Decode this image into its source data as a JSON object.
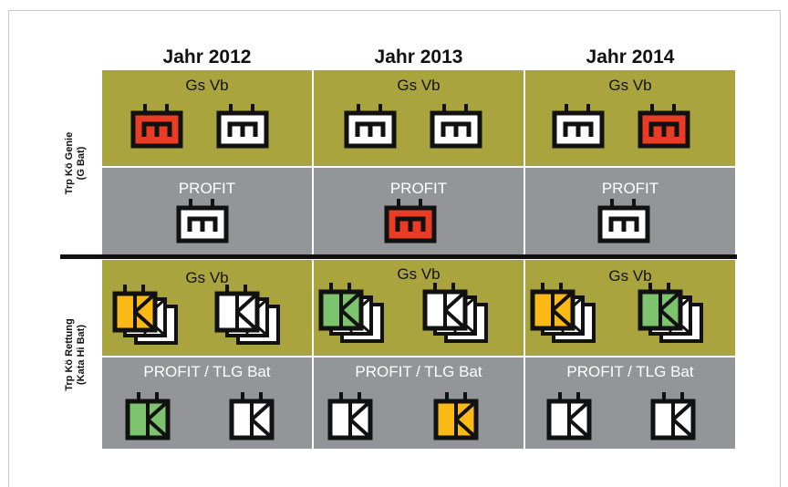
{
  "header_text": "",
  "years": [
    "Jahr 2012",
    "Jahr 2013",
    "Jahr 2014"
  ],
  "row_labels": {
    "genie": [
      "Trp Kö Genie",
      "(G Bat)"
    ],
    "rettung": [
      "Trp Kö Rettung",
      "(Kata Hi Bat)"
    ]
  },
  "sections": {
    "gsvb": "Gs Vb",
    "profit": "PROFIT",
    "profit_tlg": "PROFIT / TLG Bat"
  },
  "colors": {
    "olive": "#a9a43d",
    "gray": "#939598",
    "red": "#ea3c24",
    "orange": "#fbb915",
    "green": "#7dc36d",
    "white": "#ffffff",
    "black": "#111111"
  },
  "genie_gsvb_icons": [
    [
      "red",
      "white"
    ],
    [
      "white",
      "white"
    ],
    [
      "white",
      "red"
    ]
  ],
  "genie_profit_icons": [
    "white",
    "red",
    "white"
  ],
  "rettung_gsvb_icons": [
    [
      "orange",
      "white"
    ],
    [
      "green",
      "white"
    ],
    [
      "orange",
      "green"
    ]
  ],
  "rettung_profit_icons": [
    [
      "green",
      "white"
    ],
    [
      "white",
      "orange"
    ],
    [
      "white",
      "white"
    ]
  ]
}
